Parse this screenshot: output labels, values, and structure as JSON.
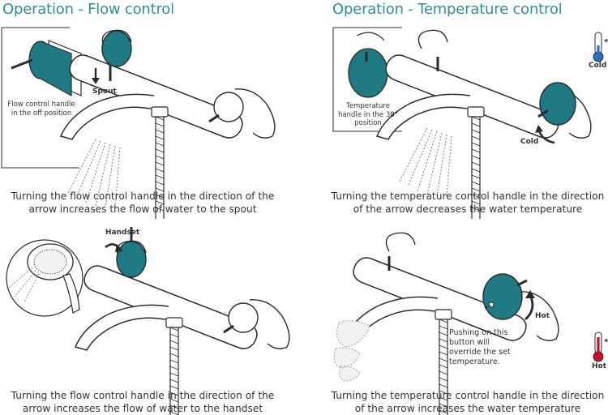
{
  "sections": {
    "flow": {
      "title": "Operation - Flow control"
    },
    "temp": {
      "title": "Operation - Temperature control"
    }
  },
  "panels": {
    "flow_spout": {
      "inset": "Flow control handle in the off position",
      "arrow_label": "Spout",
      "caption": "Turning the flow control handle in the direction of the arrow increases the flow of water to the spout"
    },
    "flow_handset": {
      "arrow_label": "Handset",
      "caption": "Turning the flow control handle in the direction of the arrow increases the flow of water to the handset"
    },
    "temp_cold": {
      "inset": "Temperature handle in the 38° position",
      "arrow_label": "Cold",
      "thermometer_label": "Cold",
      "caption": "Turning the temperature control handle in the direction of the arrow decreases the water temperature"
    },
    "temp_hot": {
      "arrow_label": "Hot",
      "thermometer_label": "Hot",
      "note": "Pushing on this button will override the set temperature.",
      "caption": "Turning the temperature control handle in the direction of the arrow increases the water temperature"
    }
  },
  "colors": {
    "teal": "#1f7a83",
    "title": "#2f8f99",
    "line": "#2b2b2b",
    "hot": "#c8102e",
    "cold": "#2a6fc0"
  }
}
